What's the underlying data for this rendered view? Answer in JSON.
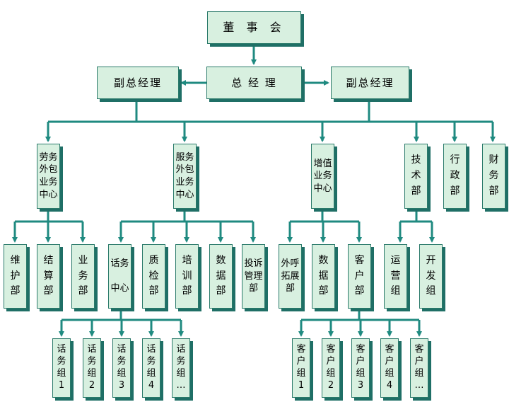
{
  "org": {
    "board": "董 事 会",
    "gm": "总 经 理",
    "deputy_left": "副总经理",
    "deputy_right": "副总经理",
    "centers": {
      "labor": "劳务\n外包\n业务\n中心",
      "service": "服务\n外包\n业务\n中心",
      "value_added": "增值\n业务\n中心",
      "tech": "技\n术\n部",
      "admin": "行\n政\n部",
      "finance": "财\n务\n部"
    },
    "labor_depts": [
      "维\n护\n部",
      "结\n算\n部",
      "业\n务\n部"
    ],
    "service_depts": [
      "话务\n\n中心",
      "质\n检\n部",
      "培\n训\n部",
      "数\n据\n部",
      "投诉\n管理\n部"
    ],
    "va_depts": [
      "外呼\n拓展\n部",
      "数\n据\n部",
      "客\n户\n部"
    ],
    "tech_groups": [
      "运\n营\n组",
      "开\n发\n组"
    ],
    "call_groups": [
      "话\n务\n组\n1",
      "话\n务\n组\n2",
      "话\n务\n组\n3",
      "话\n务\n组\n4",
      "话\n务\n组\n…"
    ],
    "customer_groups": [
      "客\n户\n组\n1",
      "客\n户\n组\n2",
      "客\n户\n组\n3",
      "客\n户\n组\n4",
      "客\n户\n组\n…"
    ]
  },
  "colors": {
    "line": "#1f8a80",
    "box_fill": "#d8f0e0",
    "shadow": "#1f6f66"
  }
}
